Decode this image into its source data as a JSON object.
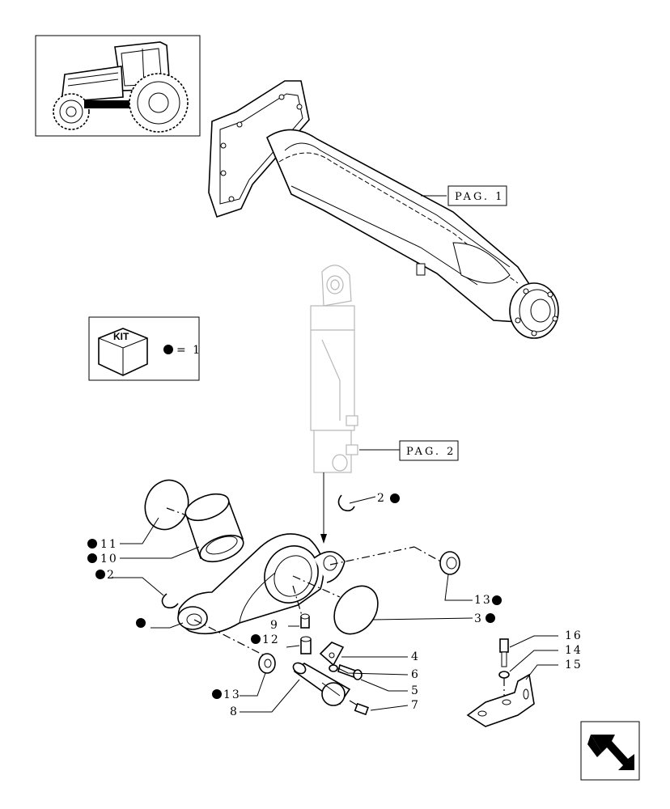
{
  "reference_labels": {
    "pag1": "PAG. 1",
    "pag2": "PAG. 2"
  },
  "kit_legend": {
    "badge": "KIT",
    "equation": "= 1"
  },
  "callouts": [
    {
      "id": "c2a",
      "text": "2",
      "dot": "after"
    },
    {
      "id": "c11",
      "text": "11",
      "dot": "before"
    },
    {
      "id": "c10",
      "text": "10",
      "dot": "before"
    },
    {
      "id": "c2b",
      "text": "2",
      "dot": "before"
    },
    {
      "id": "c13a",
      "text": "13",
      "dot": "after"
    },
    {
      "id": "c3",
      "text": "3",
      "dot": "after"
    },
    {
      "id": "cdot",
      "text": "",
      "dot": "only"
    },
    {
      "id": "c9",
      "text": "9",
      "dot": "none"
    },
    {
      "id": "c12",
      "text": "12",
      "dot": "before"
    },
    {
      "id": "c4",
      "text": "4",
      "dot": "none"
    },
    {
      "id": "c6",
      "text": "6",
      "dot": "none"
    },
    {
      "id": "c5",
      "text": "5",
      "dot": "none"
    },
    {
      "id": "c7",
      "text": "7",
      "dot": "none"
    },
    {
      "id": "c13b",
      "text": "13",
      "dot": "before"
    },
    {
      "id": "c8",
      "text": "8",
      "dot": "none"
    },
    {
      "id": "c16",
      "text": "16",
      "dot": "none"
    },
    {
      "id": "c14",
      "text": "14",
      "dot": "none"
    },
    {
      "id": "c15",
      "text": "15",
      "dot": "none"
    }
  ],
  "icons": {
    "thumbnail": "tractor-thumbnail",
    "kit": "kit-box-icon",
    "nav": "next-page-arrow-icon"
  },
  "colors": {
    "line": "#000000",
    "ghost": "#b8b8b8",
    "background": "#ffffff"
  }
}
